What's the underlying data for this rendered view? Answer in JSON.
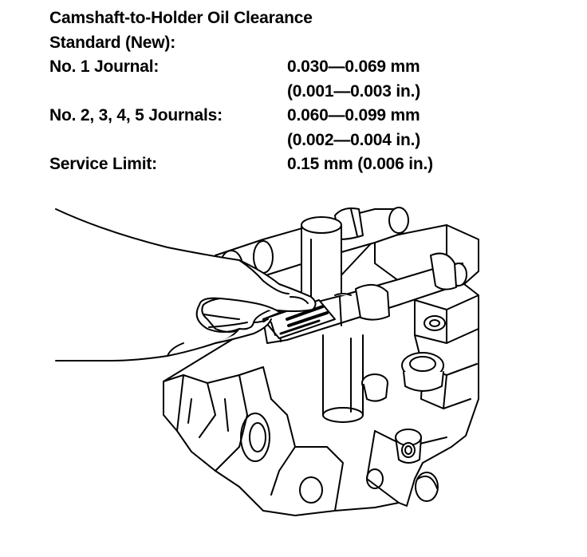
{
  "spec": {
    "title": "Camshaft-to-Holder Oil Clearance",
    "subtitle": "Standard (New):",
    "rows": [
      {
        "label": "No. 1 Journal:",
        "value_mm": "0.030—0.069 mm",
        "value_in": "(0.001—0.003 in.)"
      },
      {
        "label": "No. 2, 3, 4, 5 Journals:",
        "value_mm": "0.060—0.099 mm",
        "value_in": "(0.002—0.004 in.)"
      },
      {
        "label": "Service Limit:",
        "value_mm": "0.15 mm (0.006 in.)"
      }
    ]
  },
  "illustration": {
    "icon": "camshaft-plastigage-measurement-illustration",
    "line_color": "#000000",
    "fill_color": "#ffffff"
  }
}
